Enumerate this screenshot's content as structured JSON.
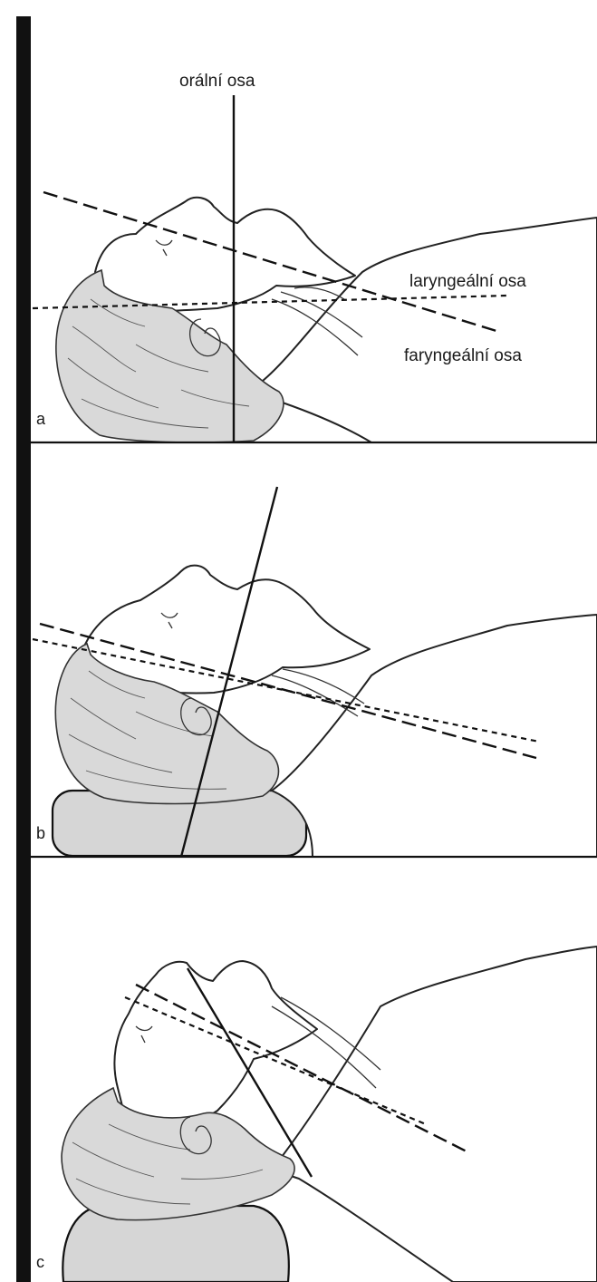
{
  "labels": {
    "oral_axis": "orální osa",
    "laryngeal_axis": "laryngeální osa",
    "pharyngeal_axis": "faryngeální osa"
  },
  "panels": [
    {
      "letter": "a"
    },
    {
      "letter": "b"
    },
    {
      "letter": "c"
    }
  ]
}
